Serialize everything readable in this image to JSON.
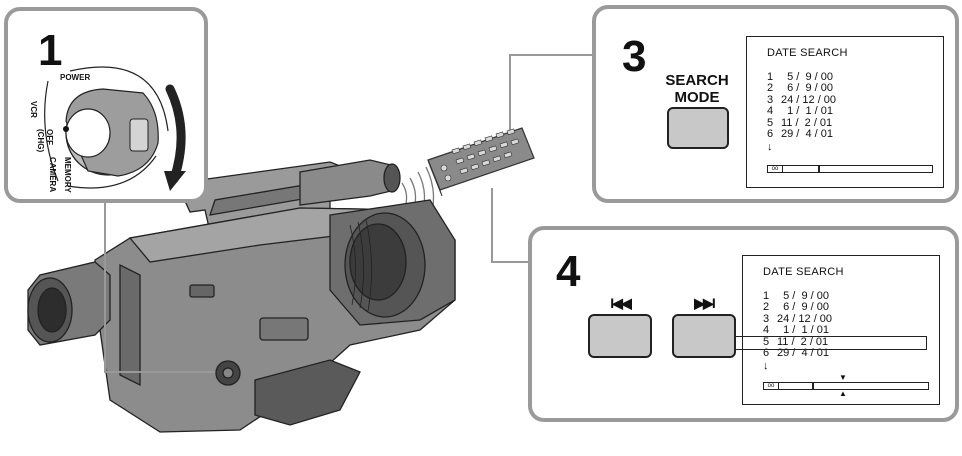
{
  "steps": {
    "s1": "1",
    "s3": "3",
    "s4": "4"
  },
  "power_switch": {
    "power": "POWER",
    "vcr": "VCR",
    "off": "OFF",
    "chg": "(CHG)",
    "camera": "CAMERA",
    "memory": "MEMORY"
  },
  "step3": {
    "button_label_line1": "SEARCH",
    "button_label_line2": "MODE"
  },
  "step4": {
    "prev_icon": "skip-back-icon",
    "next_icon": "skip-forward-icon",
    "prev_glyph": "I◀◀",
    "next_glyph": "▶▶I"
  },
  "screen": {
    "title": "DATE SEARCH",
    "dates": [
      {
        "n": "1",
        "d": "  5 /  9 / 00"
      },
      {
        "n": "2",
        "d": "  6 /  9 / 00"
      },
      {
        "n": "3",
        "d": "24 / 12 / 00"
      },
      {
        "n": "4",
        "d": "  1 /  1 / 01"
      },
      {
        "n": "5",
        "d": "11 /  2 / 01"
      },
      {
        "n": "6",
        "d": "29 /  4 / 01"
      }
    ],
    "more_arrow": "↓",
    "tape_icon": "ᴏᴏ",
    "selected_index": 4
  },
  "colors": {
    "panel_border": "#9a9a9a",
    "button_fill": "#c8c8c8",
    "camera_body": "#8c8c8c"
  }
}
